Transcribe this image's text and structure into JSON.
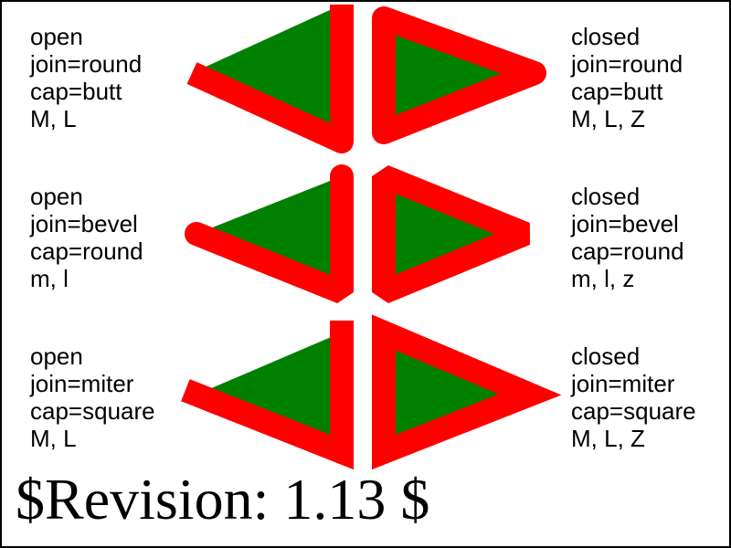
{
  "colors": {
    "stroke": "#ff0000",
    "fill": "#008000",
    "frame": "#000000",
    "background": "#ffffff"
  },
  "cases": [
    {
      "id": "row1-left",
      "lines": [
        "open",
        "join=round",
        "cap=butt",
        "M, L"
      ]
    },
    {
      "id": "row1-right",
      "lines": [
        "closed",
        "join=round",
        "cap=butt",
        "M, L, Z"
      ]
    },
    {
      "id": "row2-left",
      "lines": [
        "open",
        "join=bevel",
        "cap=round",
        "m, l"
      ]
    },
    {
      "id": "row2-right",
      "lines": [
        "closed",
        "join=bevel",
        "cap=round",
        "m, l, z"
      ]
    },
    {
      "id": "row3-left",
      "lines": [
        "open",
        "join=miter",
        "cap=square",
        "M, L"
      ]
    },
    {
      "id": "row3-right",
      "lines": [
        "closed",
        "join=miter",
        "cap=square",
        "M, L, Z"
      ]
    }
  ],
  "revision": "$Revision: 1.13 $"
}
